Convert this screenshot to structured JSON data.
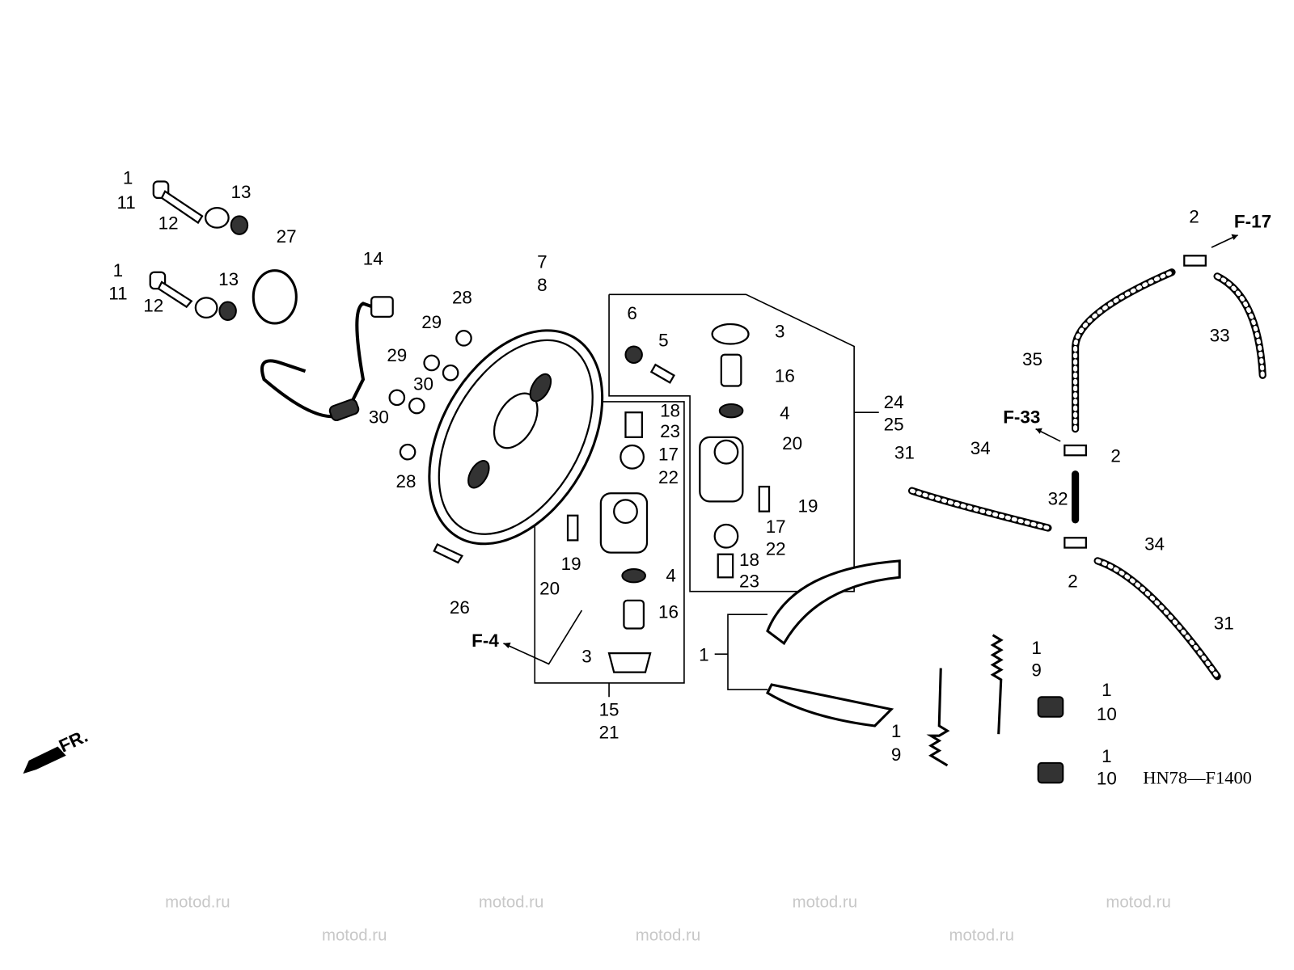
{
  "watermark": "motod.ru",
  "diagram_code": "HN78—F1400",
  "front_indicator": "FR.",
  "references": [
    "F-17",
    "F-33",
    "F-4"
  ],
  "callouts": [
    "1",
    "11",
    "13",
    "12",
    "1",
    "11",
    "13",
    "12",
    "27",
    "14",
    "7",
    "8",
    "28",
    "29",
    "29",
    "30",
    "30",
    "28",
    "6",
    "5",
    "3",
    "16",
    "4",
    "24",
    "25",
    "18",
    "23",
    "17",
    "22",
    "20",
    "19",
    "17",
    "22",
    "18",
    "23",
    "19",
    "20",
    "26",
    "4",
    "16",
    "3",
    "15",
    "21",
    "1",
    "1",
    "9",
    "1",
    "9",
    "1",
    "10",
    "1",
    "10",
    "2",
    "33",
    "35",
    "2",
    "31",
    "34",
    "32",
    "2",
    "34",
    "31"
  ]
}
